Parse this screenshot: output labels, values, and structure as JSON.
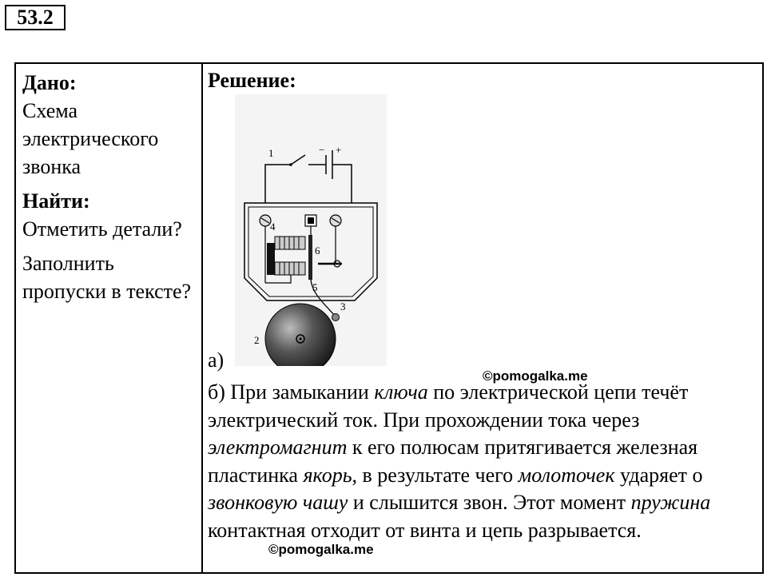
{
  "task_number": "53.2",
  "given": {
    "title": "Дано:",
    "text": "Схема электрического звонка",
    "find_title": "Найти:",
    "find_1": "Отметить детали?",
    "find_2": "Заполнить пропуски в тексте?"
  },
  "solution": {
    "title": "Решение:",
    "diagram_labels": [
      "1",
      "2",
      "3",
      "4",
      "5",
      "6",
      "−",
      "+"
    ],
    "part_a": "а)",
    "watermark": "©pomogalka.me",
    "part_b": {
      "s1": "б) При замыкании ",
      "i1": "ключа",
      "s2": " по электрической цепи течёт электрический ток. При прохождении тока через ",
      "i2": "электромагнит",
      "s3": " к его полюсам притягивается железная пластинка ",
      "i3": "якорь",
      "s4": ", в результате чего ",
      "i4": "молоточек",
      "s5": " ударяет о ",
      "i5": "звонковую чашу",
      "s6": " и слышится звон. Этот момент ",
      "i6": "пружина",
      "s7": " контактная отходит от винта и цепь разрывается."
    }
  }
}
